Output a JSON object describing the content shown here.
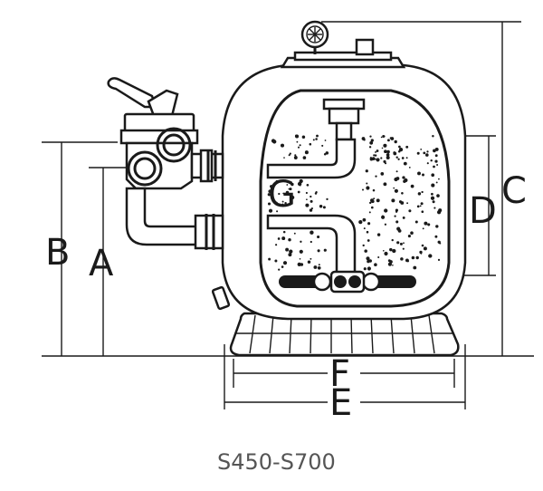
{
  "labels": {
    "a": "A",
    "b": "B",
    "c": "C",
    "d": "D",
    "e": "E",
    "f": "F",
    "g": "G"
  },
  "caption": "S450-S700",
  "colors": {
    "line": "#1a1a1a",
    "caption": "#555555",
    "background": "#ffffff"
  }
}
